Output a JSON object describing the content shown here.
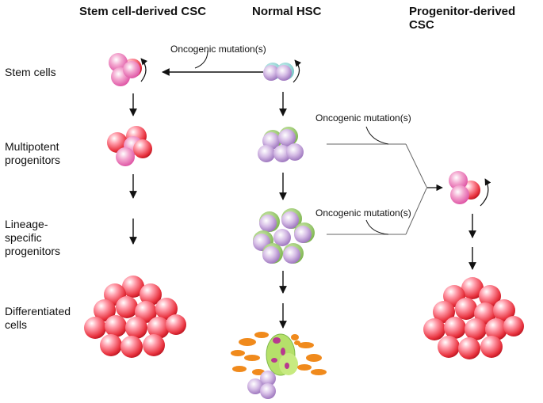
{
  "columns": {
    "left": "Stem cell-derived CSC",
    "middle": "Normal HSC",
    "right": "Progenitor-derived CSC"
  },
  "rows": {
    "stem": "Stem cells",
    "multipotent_1": "Multipotent",
    "multipotent_2": "progenitors",
    "lineage_1": "Lineage-",
    "lineage_2": "specific",
    "lineage_3": "progenitors",
    "diff_1": "Differentiated",
    "diff_2": "cells"
  },
  "mutations": {
    "top": "Oncogenic mutation(s)",
    "middle": "Oncogenic mutation(s)",
    "bottom": "Oncogenic mutation(s)"
  },
  "colors": {
    "cancer_cell": "#e8323e",
    "normal_cell": "#c9a6dc",
    "progenitor_rim": "#7fb84a",
    "stem_rim": "#7fd3d3",
    "differentiated_orange": "#f08a1c",
    "differentiated_green": "#b5e06a"
  }
}
